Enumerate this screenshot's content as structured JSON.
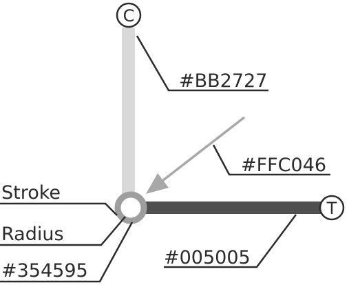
{
  "nodes": {
    "c": {
      "letter": "C"
    },
    "t": {
      "letter": "T"
    }
  },
  "labels": {
    "c_color": "#BB2727",
    "arrow_color": "#FFC046",
    "t_color": "#005005",
    "stroke": "Stroke",
    "radius": "Radius",
    "center_color": "#354595"
  },
  "colors": {
    "vertical_line": "#d9d9d9",
    "horizontal_line": "#4f4f4f",
    "ring": "#9e9e9e",
    "arrow": "#a8a8a8",
    "ink": "#2b2b2b"
  }
}
